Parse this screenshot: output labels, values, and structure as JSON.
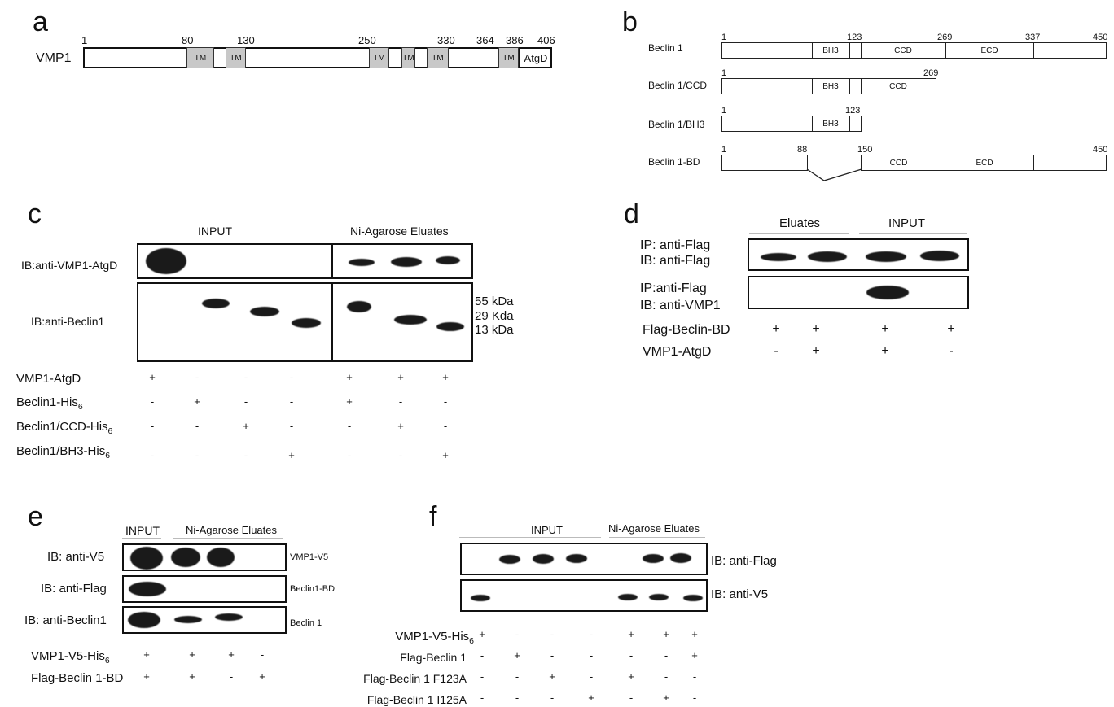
{
  "panels": {
    "a": "a",
    "b": "b",
    "c": "c",
    "d": "d",
    "e": "e",
    "f": "f"
  },
  "panel_a": {
    "protein": "VMP1",
    "positions": [
      "1",
      "80",
      "130",
      "250",
      "330",
      "364",
      "386",
      "406"
    ],
    "tm_label": "TM",
    "atgd_label": "AtgD"
  },
  "panel_b": {
    "constructs": [
      {
        "name": "Beclin 1",
        "positions": [
          "1",
          "123",
          "269",
          "337",
          "450"
        ],
        "domains": [
          "BH3",
          "CCD",
          "ECD"
        ]
      },
      {
        "name": "Beclin 1/CCD",
        "positions": [
          "1",
          "269"
        ],
        "domains": [
          "BH3",
          "CCD"
        ]
      },
      {
        "name": "Beclin 1/BH3",
        "positions": [
          "1",
          "123"
        ],
        "domains": [
          "BH3"
        ]
      },
      {
        "name": "Beclin 1-BD",
        "positions": [
          "1",
          "88",
          "150",
          "450"
        ],
        "domains": [
          "CCD",
          "ECD"
        ]
      }
    ]
  },
  "panel_c": {
    "header_input": "INPUT",
    "header_eluates": "Ni-Agarose Eluates",
    "blot1_label": "IB:anti-VMP1-AtgD",
    "blot2_label": "IB:anti-Beclin1",
    "mw": [
      "55 kDa",
      "29 Kda",
      "13 kDa"
    ],
    "rows": [
      {
        "label": "VMP1-AtgD",
        "sub": "",
        "signs": [
          "+",
          "-",
          "-",
          "-",
          "+",
          "+",
          "+"
        ]
      },
      {
        "label": "Beclin1-His",
        "sub": "6",
        "signs": [
          "-",
          "+",
          "-",
          "-",
          "+",
          "-",
          "-"
        ]
      },
      {
        "label": "Beclin1/CCD-His",
        "sub": "6",
        "signs": [
          "-",
          "-",
          "+",
          "-",
          "-",
          "+",
          "-"
        ]
      },
      {
        "label": "Beclin1/BH3-His",
        "sub": "6",
        "signs": [
          "-",
          "-",
          "-",
          "+",
          "-",
          "-",
          "+"
        ]
      }
    ]
  },
  "panel_d": {
    "header_eluates": "Eluates",
    "header_input": "INPUT",
    "blot1_label_1": "IP: anti-Flag",
    "blot1_label_2": "IB: anti-Flag",
    "blot2_label_1": "IP:anti-Flag",
    "blot2_label_2": "IB: anti-VMP1",
    "rows": [
      {
        "label": "Flag-Beclin-BD",
        "signs": [
          "+",
          "+",
          "+",
          "+"
        ]
      },
      {
        "label": "VMP1-AtgD",
        "signs": [
          "-",
          "+",
          "+",
          "-"
        ]
      }
    ]
  },
  "panel_e": {
    "header_input": "INPUT",
    "header_eluates": "Ni-Agarose Eluates",
    "blots": [
      {
        "label": "IB: anti-V5",
        "right": "VMP1-V5"
      },
      {
        "label": "IB: anti-Flag",
        "right": "Beclin1-BD"
      },
      {
        "label": "IB: anti-Beclin1",
        "right": "Beclin 1"
      }
    ],
    "rows": [
      {
        "label": "VMP1-V5-His",
        "sub": "6",
        "signs": [
          "+",
          "+",
          "+",
          "-"
        ]
      },
      {
        "label": "Flag-Beclin 1-BD",
        "sub": "",
        "signs": [
          "+",
          "+",
          "-",
          "+"
        ]
      }
    ]
  },
  "panel_f": {
    "header_input": "INPUT",
    "header_eluates": "Ni-Agarose Eluates",
    "blot1_label": "IB: anti-Flag",
    "blot2_label": "IB: anti-V5",
    "rows": [
      {
        "label": "VMP1-V5-His",
        "sub": "6",
        "signs": [
          "+",
          "-",
          "-",
          "-",
          "+",
          "+",
          "+"
        ]
      },
      {
        "label": "Flag-Beclin 1",
        "sub": "",
        "signs": [
          "-",
          "+",
          "-",
          "-",
          "-",
          "-",
          "+"
        ]
      },
      {
        "label": "Flag-Beclin 1 F123A",
        "sub": "",
        "signs": [
          "-",
          "-",
          "+",
          "-",
          "+",
          "-",
          "-"
        ]
      },
      {
        "label": "Flag-Beclin 1 I125A",
        "sub": "",
        "signs": [
          "-",
          "-",
          "-",
          "+",
          "-",
          "+",
          "-"
        ]
      }
    ]
  }
}
